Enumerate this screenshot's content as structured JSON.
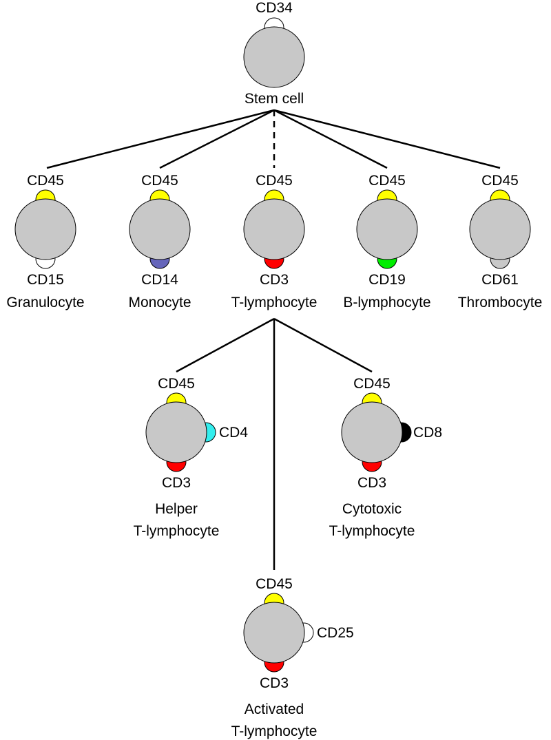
{
  "colors": {
    "cell_body": "#c8c8c8",
    "outline": "#000000",
    "CD34": "#ffffff",
    "CD45": "#ffff00",
    "CD15": "#ffffff",
    "CD14": "#6666bb",
    "CD3": "#ff0000",
    "CD19": "#00ee00",
    "CD61": "#c8c8c8",
    "CD4": "#33eeee",
    "CD8": "#000000",
    "CD25": "#ffffff"
  },
  "cells": {
    "stem": {
      "name": "Stem cell",
      "marker_top": "CD34"
    },
    "granulocyte": {
      "name": "Granulocyte",
      "marker_top": "CD45",
      "marker_bottom": "CD15"
    },
    "monocyte": {
      "name": "Monocyte",
      "marker_top": "CD45",
      "marker_bottom": "CD14"
    },
    "t_lymphocyte": {
      "name": "T-lymphocyte",
      "marker_top": "CD45",
      "marker_bottom": "CD3"
    },
    "b_lymphocyte": {
      "name": "B-lymphocyte",
      "marker_top": "CD45",
      "marker_bottom": "CD19"
    },
    "thrombocyte": {
      "name": "Thrombocyte",
      "marker_top": "CD45",
      "marker_bottom": "CD61"
    },
    "helper": {
      "name_line1": "Helper",
      "name_line2": "T-lymphocyte",
      "marker_top": "CD45",
      "marker_bottom": "CD3",
      "marker_side": "CD4"
    },
    "cytotoxic": {
      "name_line1": "Cytotoxic",
      "name_line2": "T-lymphocyte",
      "marker_top": "CD45",
      "marker_bottom": "CD3",
      "marker_side": "CD8"
    },
    "activated": {
      "name_line1": "Activated",
      "name_line2": "T-lymphocyte",
      "marker_top": "CD45",
      "marker_bottom": "CD3",
      "marker_side": "CD25"
    }
  },
  "edges": [
    {
      "from": "stem",
      "to": "granulocyte",
      "style": "solid"
    },
    {
      "from": "stem",
      "to": "monocyte",
      "style": "solid"
    },
    {
      "from": "stem",
      "to": "t_lymphocyte",
      "style": "dashed"
    },
    {
      "from": "stem",
      "to": "b_lymphocyte",
      "style": "solid"
    },
    {
      "from": "stem",
      "to": "thrombocyte",
      "style": "solid"
    },
    {
      "from": "t_lymphocyte",
      "to": "helper",
      "style": "solid"
    },
    {
      "from": "t_lymphocyte",
      "to": "cytotoxic",
      "style": "solid"
    },
    {
      "from": "t_lymphocyte",
      "to": "activated",
      "style": "solid"
    }
  ]
}
